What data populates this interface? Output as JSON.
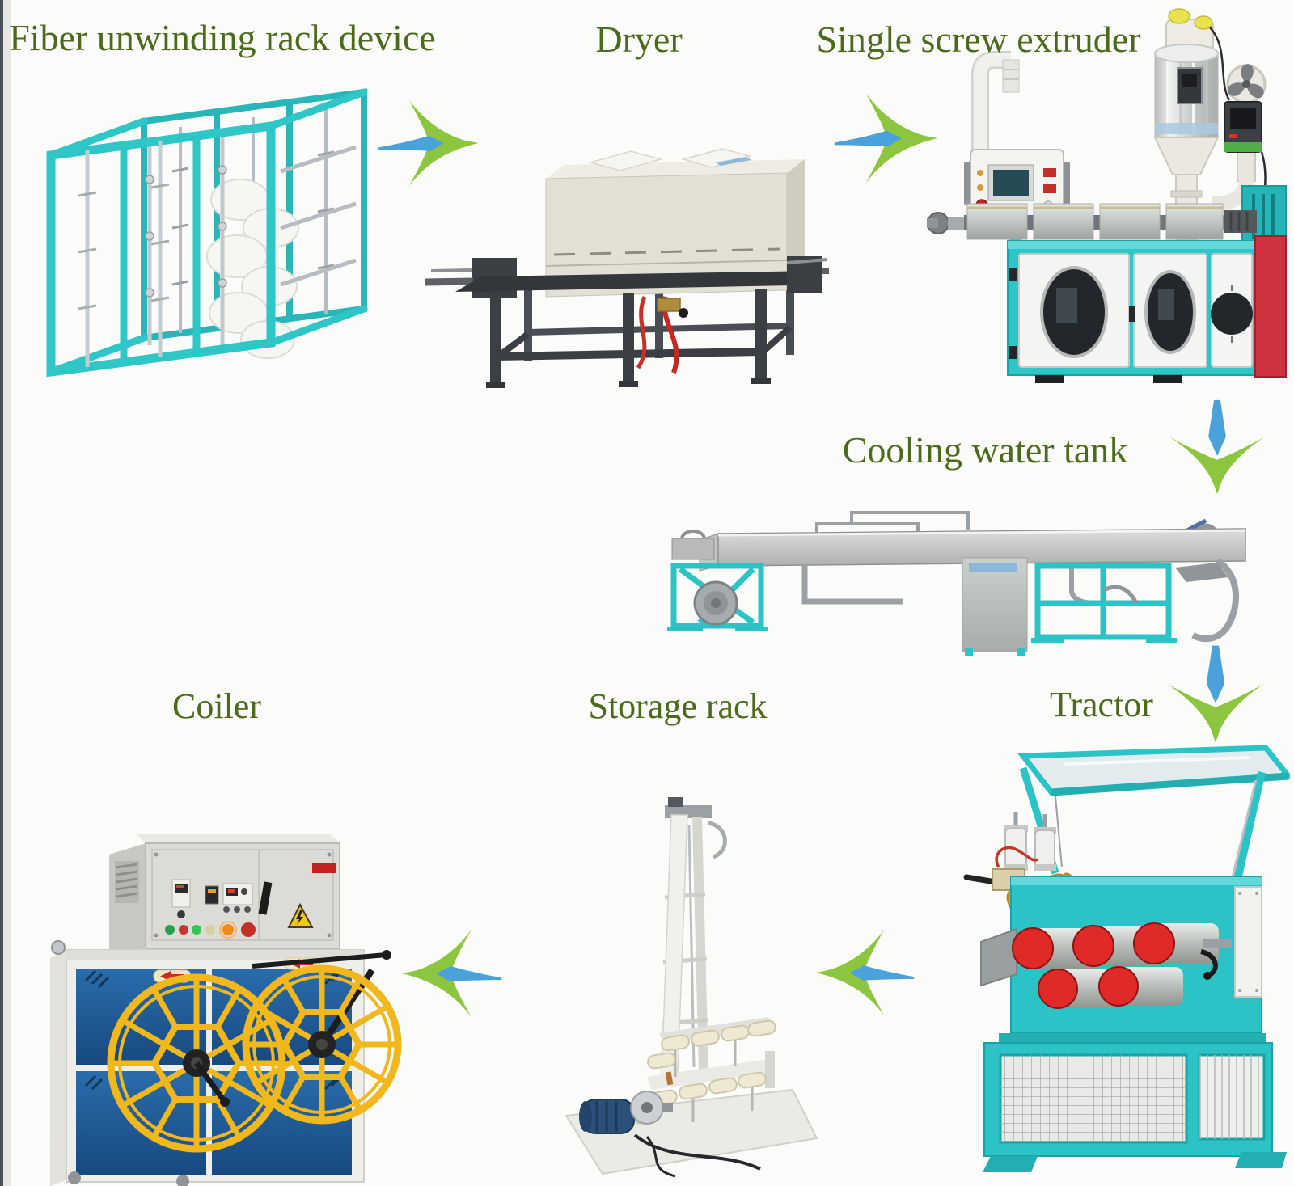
{
  "flow_diagram": {
    "nodes": [
      {
        "id": "fiber-unwinding-rack-device",
        "label": "Fiber unwinding rack device"
      },
      {
        "id": "dryer",
        "label": "Dryer"
      },
      {
        "id": "single-screw-extruder",
        "label": "Single screw extruder"
      },
      {
        "id": "cooling-water-tank",
        "label": "Cooling water tank"
      },
      {
        "id": "tractor",
        "label": "Tractor"
      },
      {
        "id": "storage-rack",
        "label": "Storage rack"
      },
      {
        "id": "coiler",
        "label": "Coiler"
      }
    ],
    "arrows": [
      {
        "from": "fiber-unwinding-rack-device",
        "to": "dryer",
        "direction": "right"
      },
      {
        "from": "dryer",
        "to": "single-screw-extruder",
        "direction": "right"
      },
      {
        "from": "single-screw-extruder",
        "to": "cooling-water-tank",
        "direction": "down"
      },
      {
        "from": "cooling-water-tank",
        "to": "tractor",
        "direction": "down"
      },
      {
        "from": "tractor",
        "to": "storage-rack",
        "direction": "left"
      },
      {
        "from": "storage-rack",
        "to": "coiler",
        "direction": "left"
      }
    ],
    "colors": {
      "label_text": "#4c6a1c",
      "arrow_green": "#8cc63e",
      "arrow_blue": "#4ba2da",
      "machine_teal": "#2fc6c8",
      "dryer_frame": "#3b3f44",
      "dryer_box_cream": "#e2dfd4",
      "extruder_red_panel": "#cf3340",
      "coiler_panel_blue": "#2a6cac",
      "coiler_wheel_yellow": "#f0b81c",
      "tractor_roller_red": "#e02a28"
    }
  }
}
